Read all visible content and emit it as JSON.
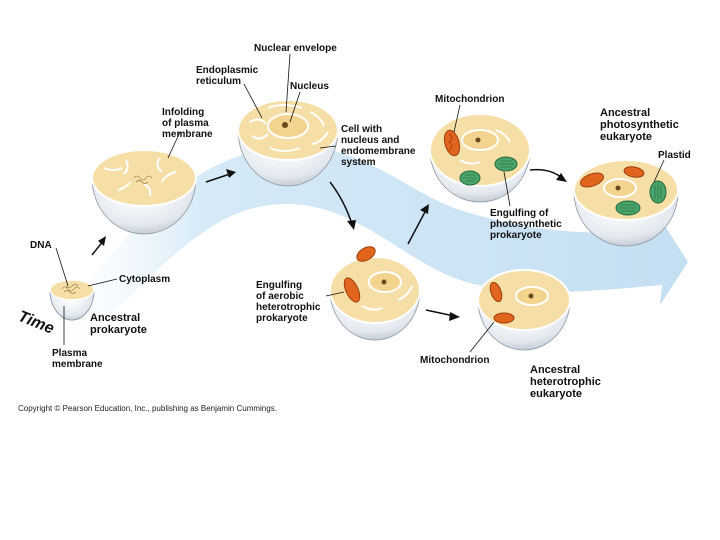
{
  "labels": {
    "nuclear_envelope": "Nuclear envelope",
    "endoplasmic_reticulum": "Endoplasmic\nreticulum",
    "nucleus": "Nucleus",
    "infolding": "Infolding\nof plasma\nmembrane",
    "cell_with_nucleus": "Cell with\nnucleus and\nendomembrane\nsystem",
    "mitochondrion_top": "Mitochondrion",
    "ancestral_photosynthetic": "Ancestral\nphotosynthetic\neukaryote",
    "plastid": "Plastid",
    "engulfing_photosynthetic": "Engulfing of\nphotosynthetic\nprokaryote",
    "dna": "DNA",
    "cytoplasm": "Cytoplasm",
    "ancestral_prokaryote": "Ancestral\nprokaryote",
    "plasma_membrane": "Plasma\nmembrane",
    "engulfing_aerobic": "Engulfing\nof aerobic\nheterotrophic\nprokaryote",
    "mitochondrion_bottom": "Mitochondrion",
    "ancestral_heterotrophic": "Ancestral\nheterotrophic\neukaryote",
    "time": "Time"
  },
  "copyright": "Copyright © Pearson Education, Inc., publishing as Benjamin Cummings.",
  "colors": {
    "cytoplasm": "#f6dfa6",
    "cell_shell": "#e9edf2",
    "cell_shell_shadow": "#b9c2cc",
    "band": "#d6eaf8",
    "mitochondrion": "#e2651d",
    "mitochondrion_dark": "#9c3d10",
    "plastid": "#4aa36a",
    "plastid_dark": "#1f6a3b",
    "membrane": "#ffffff"
  }
}
